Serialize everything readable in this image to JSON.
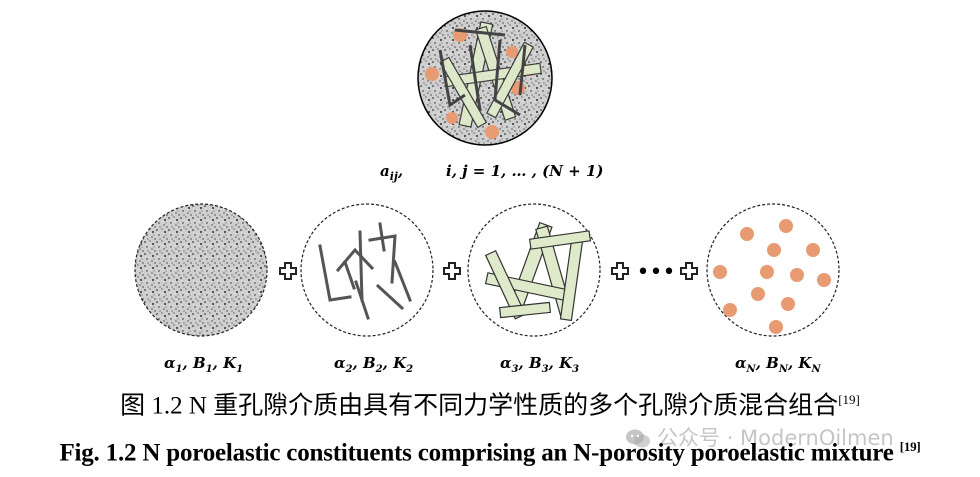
{
  "figure": {
    "top_label": {
      "a": "a",
      "a_sub": "ij",
      "sep": ",",
      "indices": "i, j = 1, … , (N + 1)"
    },
    "constituents": [
      {
        "label": "α",
        "parts": [
          [
            "α",
            "1"
          ],
          [
            "B",
            "1"
          ],
          [
            "K",
            "1"
          ]
        ]
      },
      {
        "label": "α",
        "parts": [
          [
            "α",
            "2"
          ],
          [
            "B",
            "2"
          ],
          [
            "K",
            "2"
          ]
        ]
      },
      {
        "label": "α",
        "parts": [
          [
            "α",
            "3"
          ],
          [
            "B",
            "3"
          ],
          [
            "K",
            "3"
          ]
        ]
      },
      {
        "label": "α",
        "parts": [
          [
            "α",
            "N"
          ],
          [
            "B",
            "N"
          ],
          [
            "K",
            "N"
          ]
        ]
      }
    ],
    "ellipsis": "•••",
    "colors": {
      "dot": "#e89a72",
      "fiber_fill": "#dfeacb",
      "fiber_stroke": "#333333",
      "line": "#555555"
    }
  },
  "caption_cn": {
    "prefix": "图  1.2 N 重孔隙介质由具有不同力学性质的多个孔隙介质混合组合",
    "ref": "[19]"
  },
  "caption_en": {
    "prefix": "Fig. 1.2 N poroelastic constituents comprising an N-porosity poroelastic mixture ",
    "ref": "[19]"
  },
  "watermark": {
    "text": "公众号 · ModernOilmen",
    "icon": "wechat-icon"
  }
}
